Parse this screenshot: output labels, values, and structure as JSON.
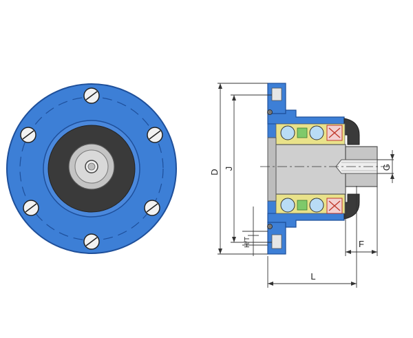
{
  "labels": {
    "D": "D",
    "J": "J",
    "HT": "H/T",
    "F": "F",
    "G": "G",
    "L": "L"
  },
  "colors": {
    "flange_blue": "#3d7fd6",
    "flange_edge": "#1e4f9a",
    "seal_dark": "#3a3a3a",
    "shaft_grey": "#b9b9b9",
    "bolt_white": "#f2f2f2",
    "bearing_yellow": "#e9e28a",
    "bearing_green": "#7fc96a",
    "seal_red": "#c0392b",
    "dimension_line": "#333333"
  },
  "icons": {
    "front_view": "flange-front-view-icon",
    "section_view": "flange-section-view-icon"
  }
}
